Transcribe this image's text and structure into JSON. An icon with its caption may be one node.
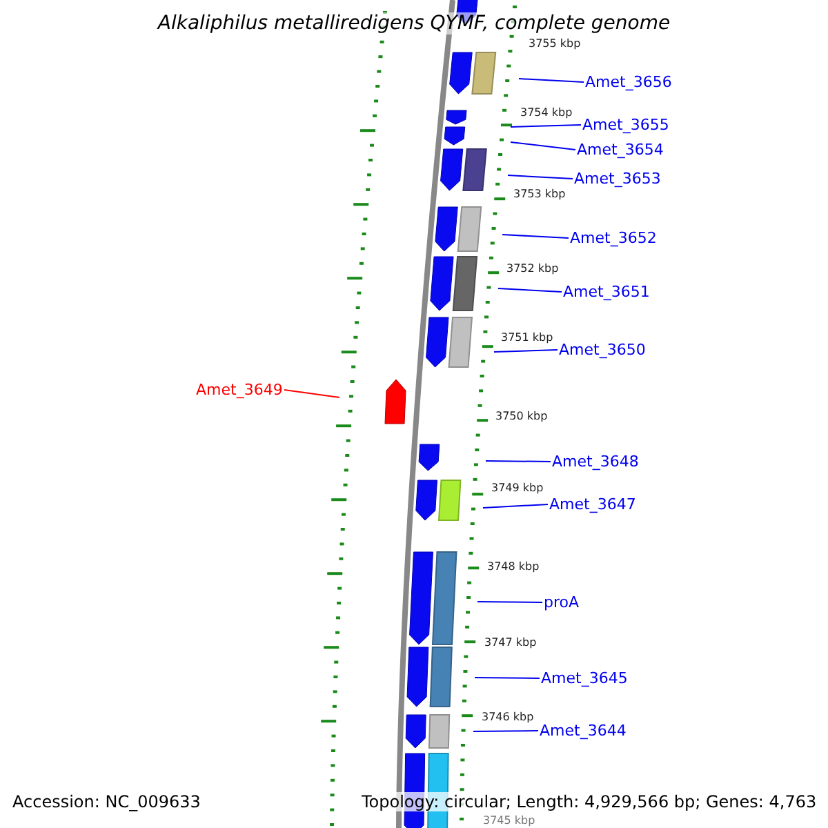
{
  "diagram": {
    "title": "Alkaliphilus metalliredigens QYMF, complete genome",
    "nodes": [
      {
        "text": [
          "Amet_3656"
        ]
      },
      {
        "text": [
          "Amet_3655"
        ]
      },
      {
        "text": [
          "Amet_3654"
        ]
      },
      {
        "text": [
          "Amet_3653"
        ]
      },
      {
        "text": [
          "Amet_3652"
        ]
      },
      {
        "text": [
          "Amet_3651"
        ]
      },
      {
        "text": [
          "Amet_3650"
        ]
      },
      {
        "text": [
          "Amet_3649"
        ]
      },
      {
        "text": [
          "Amet_3648"
        ]
      },
      {
        "text": [
          "Amet_3647"
        ]
      },
      {
        "text": [
          "proA"
        ]
      },
      {
        "text": [
          "Amet_3645"
        ]
      },
      {
        "text": [
          "Amet_3644"
        ]
      }
    ],
    "edges": [
      {
        "from": 0,
        "to": null,
        "arrow": "none"
      },
      {
        "from": 1,
        "to": null,
        "arrow": "none"
      },
      {
        "from": 2,
        "to": null,
        "arrow": "none"
      },
      {
        "from": 3,
        "to": null,
        "arrow": "none"
      },
      {
        "from": 4,
        "to": null,
        "arrow": "none"
      },
      {
        "from": 5,
        "to": null,
        "arrow": "none"
      },
      {
        "from": 6,
        "to": null,
        "arrow": "none"
      },
      {
        "from": 7,
        "to": null,
        "arrow": "none",
        "color": "#ff0000"
      },
      {
        "from": 8,
        "to": null,
        "arrow": "none"
      },
      {
        "from": 9,
        "to": null,
        "arrow": "none"
      },
      {
        "from": 10,
        "to": null,
        "arrow": "none"
      },
      {
        "from": 11,
        "to": null,
        "arrow": "none"
      },
      {
        "from": 12,
        "to": null,
        "arrow": "none"
      }
    ],
    "labels": [
      "3755 kbp",
      "3754 kbp",
      "3753 kbp",
      "3752 kbp",
      "3751 kbp",
      "3750 kbp",
      "3749 kbp",
      "3748 kbp",
      "3747 kbp",
      "3746 kbp",
      "3745 kbp",
      "Accession: NC_009633",
      "Topology: circular; Length: 4,929,566 bp; Genes: 4,763"
    ]
  }
}
